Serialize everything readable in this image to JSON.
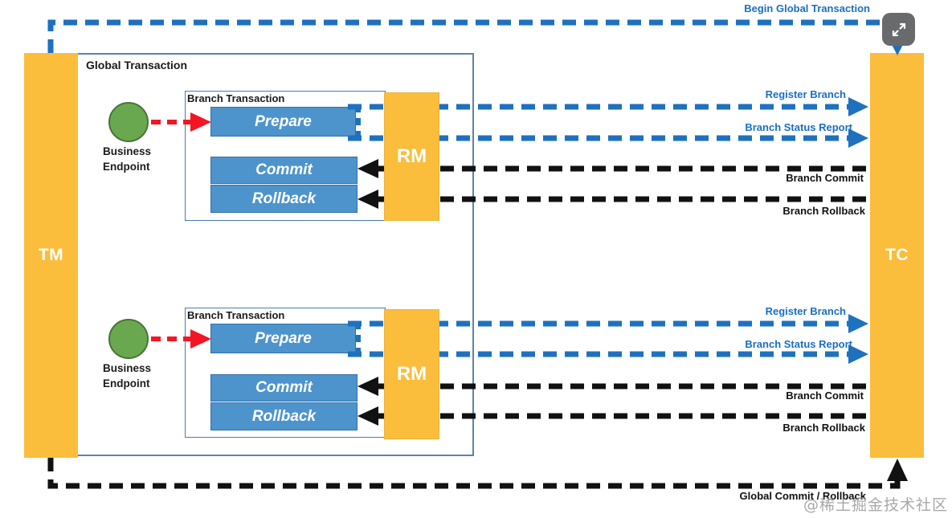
{
  "nodes": {
    "tm": "TM",
    "tc": "TC",
    "rm": "RM"
  },
  "containers": {
    "global": "Global Transaction",
    "branch": "Branch Transaction"
  },
  "steps": {
    "prepare": "Prepare",
    "commit": "Commit",
    "rollback": "Rollback"
  },
  "endpoint": {
    "line1": "Business",
    "line2": "Endpoint"
  },
  "messages": {
    "begin_global_transaction": "Begin Global Transaction",
    "register_branch": "Register Branch",
    "branch_status_report": "Branch Status Report",
    "branch_commit": "Branch Commit",
    "branch_rollback": "Branch Rollback",
    "global_commit_rollback": "Global Commit / Rollback"
  },
  "watermark": "@稀土掘金技术社区",
  "icons": {
    "expand": "expand-icon"
  },
  "colors": {
    "node_orange": "#FBBD3C",
    "step_blue": "#4E94CC",
    "frame_border_blue": "#5B84AD",
    "message_blue": "#1B6FC1",
    "message_black": "#111111",
    "endpoint_green": "#6AA84F",
    "arrow_red": "#F41524",
    "icon_gray": "#696A6B"
  }
}
